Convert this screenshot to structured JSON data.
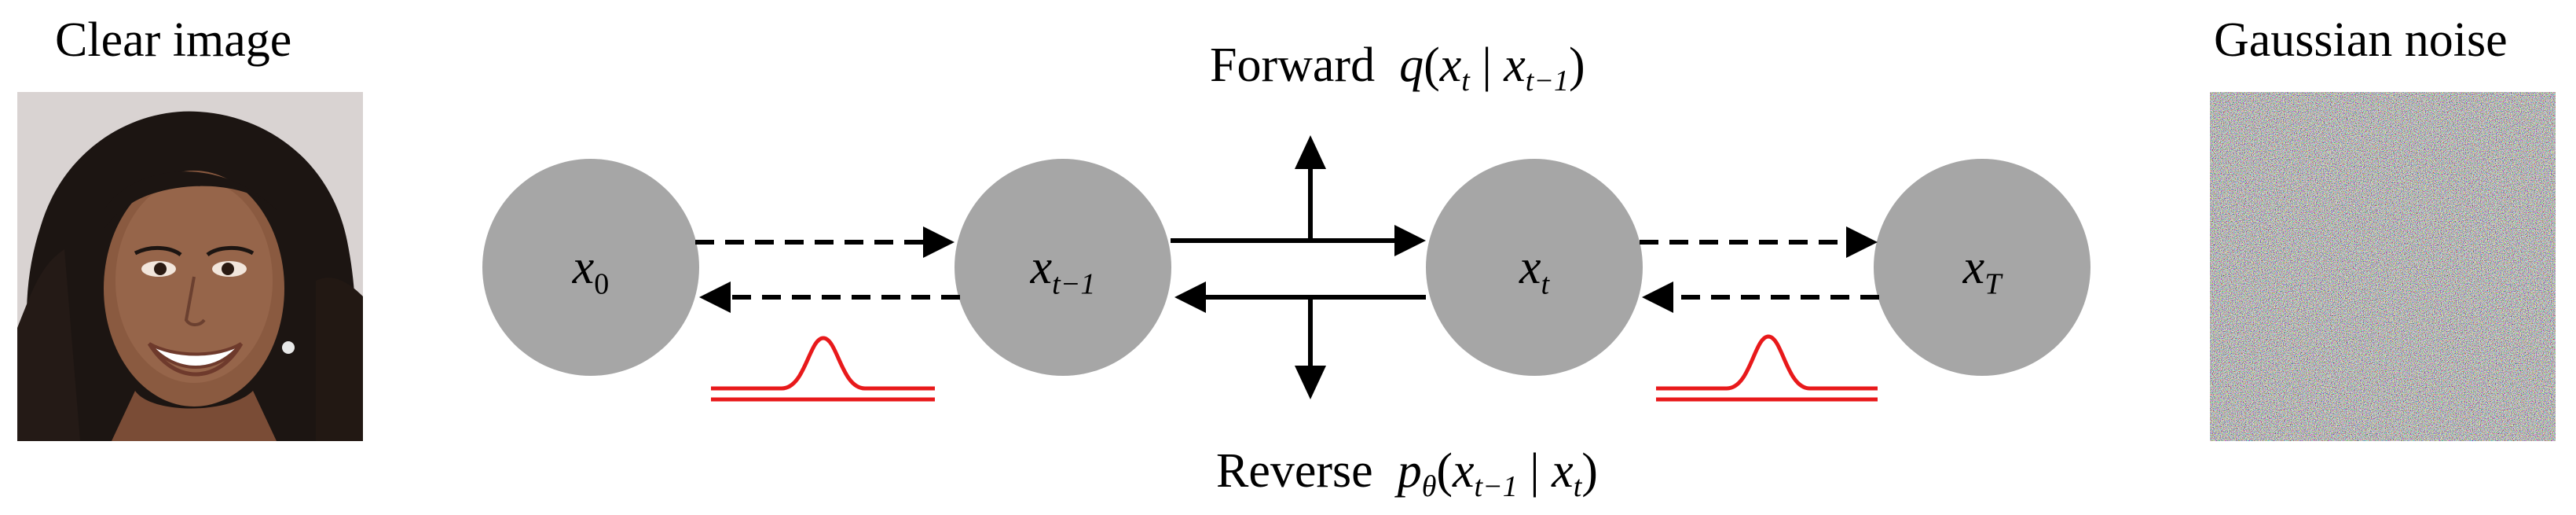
{
  "clear_image_label": "Clear image",
  "noise_label": "Gaussian noise",
  "nodes": {
    "x0": {
      "base": "x",
      "sub": "0"
    },
    "xtm1": {
      "base": "x",
      "sub": "t−1"
    },
    "xt": {
      "base": "x",
      "sub": "t"
    },
    "xT": {
      "base": "x",
      "sub": "T"
    }
  },
  "forward": {
    "word": "Forward",
    "func": "q",
    "open": "(",
    "a": "x",
    "a_sub": "t",
    "bar": " | ",
    "b": "x",
    "b_sub": "t−1",
    "close": ")"
  },
  "reverse": {
    "word": "Reverse",
    "func": "p",
    "func_sub": "θ",
    "open": "(",
    "a": "x",
    "a_sub": "t−1",
    "bar": " | ",
    "b": "x",
    "b_sub": "t",
    "close": ")"
  },
  "colors": {
    "node_fill": "#a6a6a6",
    "gaussian_curve": "#e8191b",
    "arrow": "#000000"
  }
}
